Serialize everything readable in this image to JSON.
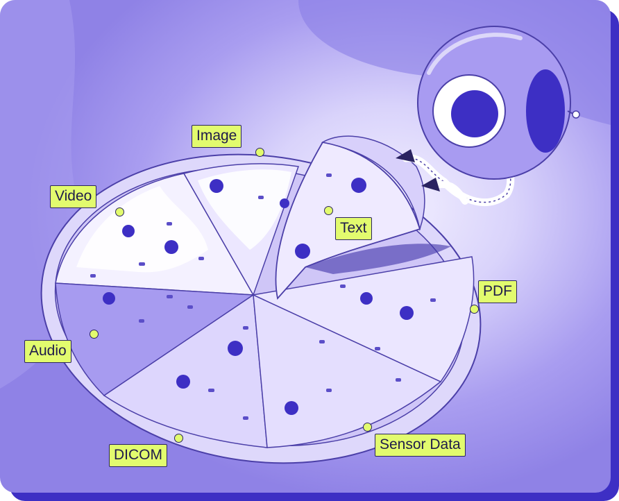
{
  "labels": {
    "image": "Image",
    "video": "Video",
    "text": "Text",
    "pdf": "PDF",
    "audio": "Audio",
    "dicom": "DICOM",
    "sensor_data": "Sensor Data"
  },
  "colors": {
    "accent": "#e2fb6e",
    "brand": "#3d2fc4",
    "background": "#8f82e6"
  },
  "icons": [
    "pizza-illustration",
    "robot-mascot-icon"
  ]
}
